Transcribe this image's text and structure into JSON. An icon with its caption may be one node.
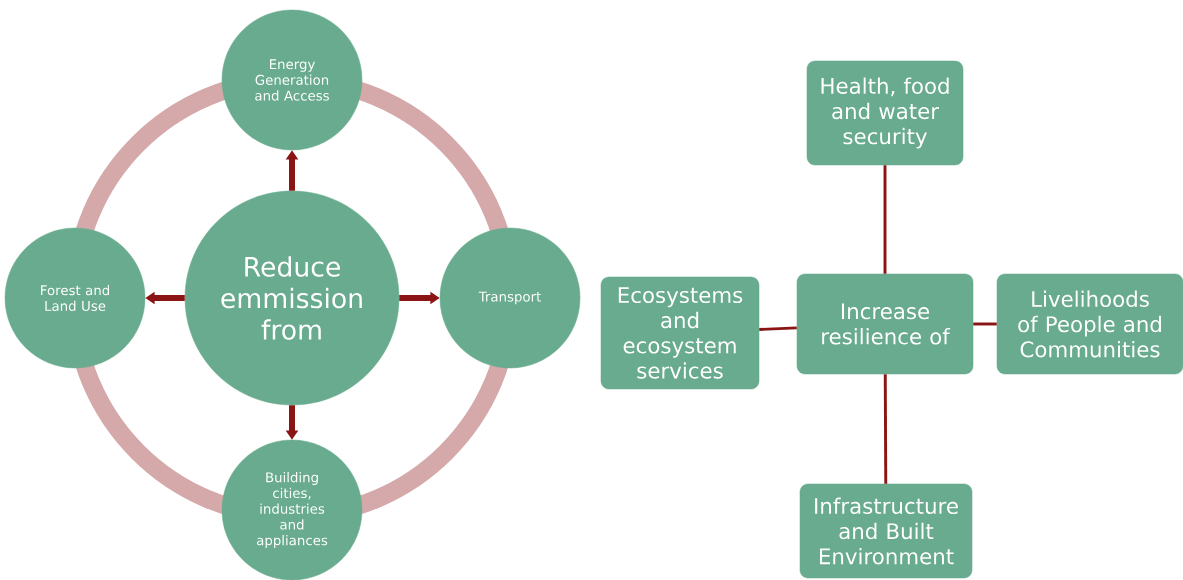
{
  "diagram": {
    "nodes": [
      {
        "text": [
          "Reduce emmission from"
        ]
      },
      {
        "text": [
          "Energy Generation and Access"
        ]
      },
      {
        "text": [
          "Forest and Land Use"
        ]
      },
      {
        "text": [
          "Transport"
        ]
      },
      {
        "text": [
          "Building cities, industries and appliances"
        ]
      },
      {
        "text": [
          "Increase resilience of"
        ]
      },
      {
        "text": [
          "Health, food and water security"
        ]
      },
      {
        "text": [
          "Ecosystems and ecosystem services"
        ]
      },
      {
        "text": [
          "Livelihoods of People and Communities"
        ]
      },
      {
        "text": [
          "Infrastructure and Built Environment"
        ]
      }
    ],
    "edges": [
      {
        "from": 0,
        "to": 1,
        "arrow": "to",
        "style": "thick"
      },
      {
        "from": 0,
        "to": 2,
        "arrow": "to",
        "style": "thick"
      },
      {
        "from": 0,
        "to": 3,
        "arrow": "to",
        "style": "thick"
      },
      {
        "from": 0,
        "to": 4,
        "arrow": "to",
        "style": "thick"
      },
      {
        "from": 5,
        "to": 6,
        "arrow": "none"
      },
      {
        "from": 5,
        "to": 7,
        "arrow": "none"
      },
      {
        "from": 5,
        "to": 8,
        "arrow": "none"
      },
      {
        "from": 5,
        "to": 9,
        "arrow": "none"
      }
    ]
  }
}
